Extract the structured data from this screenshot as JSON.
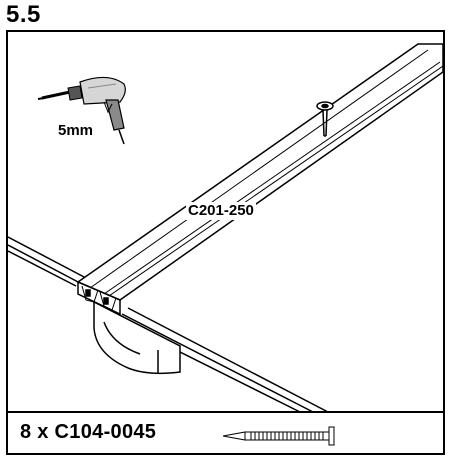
{
  "step": {
    "number": "5.5"
  },
  "tool": {
    "icon": "drill-icon",
    "bit_size": "5mm"
  },
  "part": {
    "code": "C201-250"
  },
  "hardware": {
    "icon": "nail-icon",
    "quantity_label": "8 x C104-0045"
  }
}
